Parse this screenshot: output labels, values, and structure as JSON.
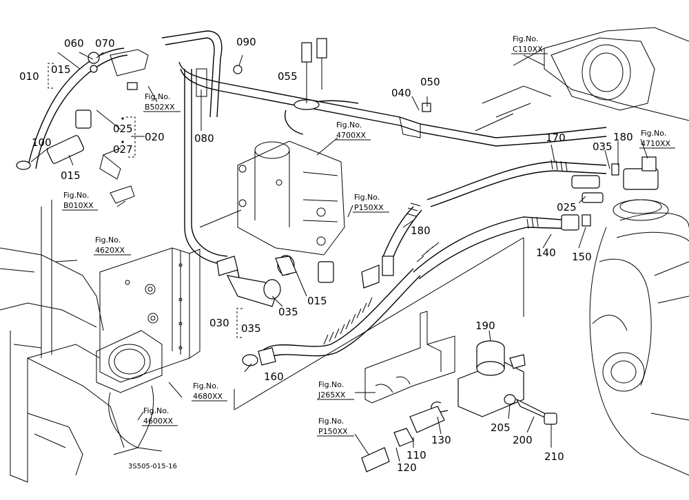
{
  "callouts": {
    "c010": "010",
    "c015a": "015",
    "c060": "060",
    "c070": "070",
    "c090": "090",
    "c055": "055",
    "c040": "040",
    "c050": "050",
    "c025a": "025",
    "c020": "020",
    "c027": "027",
    "c080": "080",
    "c100": "100",
    "c015b": "015",
    "c170": "170",
    "c035a": "035",
    "c180a": "180",
    "c025b": "025",
    "c180b": "180",
    "c140": "140",
    "c150": "150",
    "c015c": "015",
    "c035b": "035",
    "c030": "030",
    "c035c": "035",
    "c160": "160",
    "c190": "190",
    "c205": "205",
    "c200": "200",
    "c210": "210",
    "c130": "130",
    "c110": "110",
    "c120": "120"
  },
  "fig_refs": {
    "f_c110": [
      "Fig.No.",
      "C110XX"
    ],
    "f_b502": [
      "Fig.No.",
      "B502XX"
    ],
    "f_4700": [
      "Fig.No.",
      "4700XX"
    ],
    "f_4710": [
      "Fig.No.",
      "4710XX"
    ],
    "f_p150a": [
      "Fig.No.",
      "P150XX"
    ],
    "f_b010": [
      "Fig.No.",
      "B010XX"
    ],
    "f_4620": [
      "Fig.No.",
      "4620XX"
    ],
    "f_4680": [
      "Fig.No.",
      "4680XX"
    ],
    "f_4600": [
      "Fig.No.",
      "4600XX"
    ],
    "f_j265": [
      "Fig.No.",
      "J265XX"
    ],
    "f_p150b": [
      "Fig.No.",
      "P150XX"
    ]
  },
  "drawing_code": "3S505-015-16"
}
